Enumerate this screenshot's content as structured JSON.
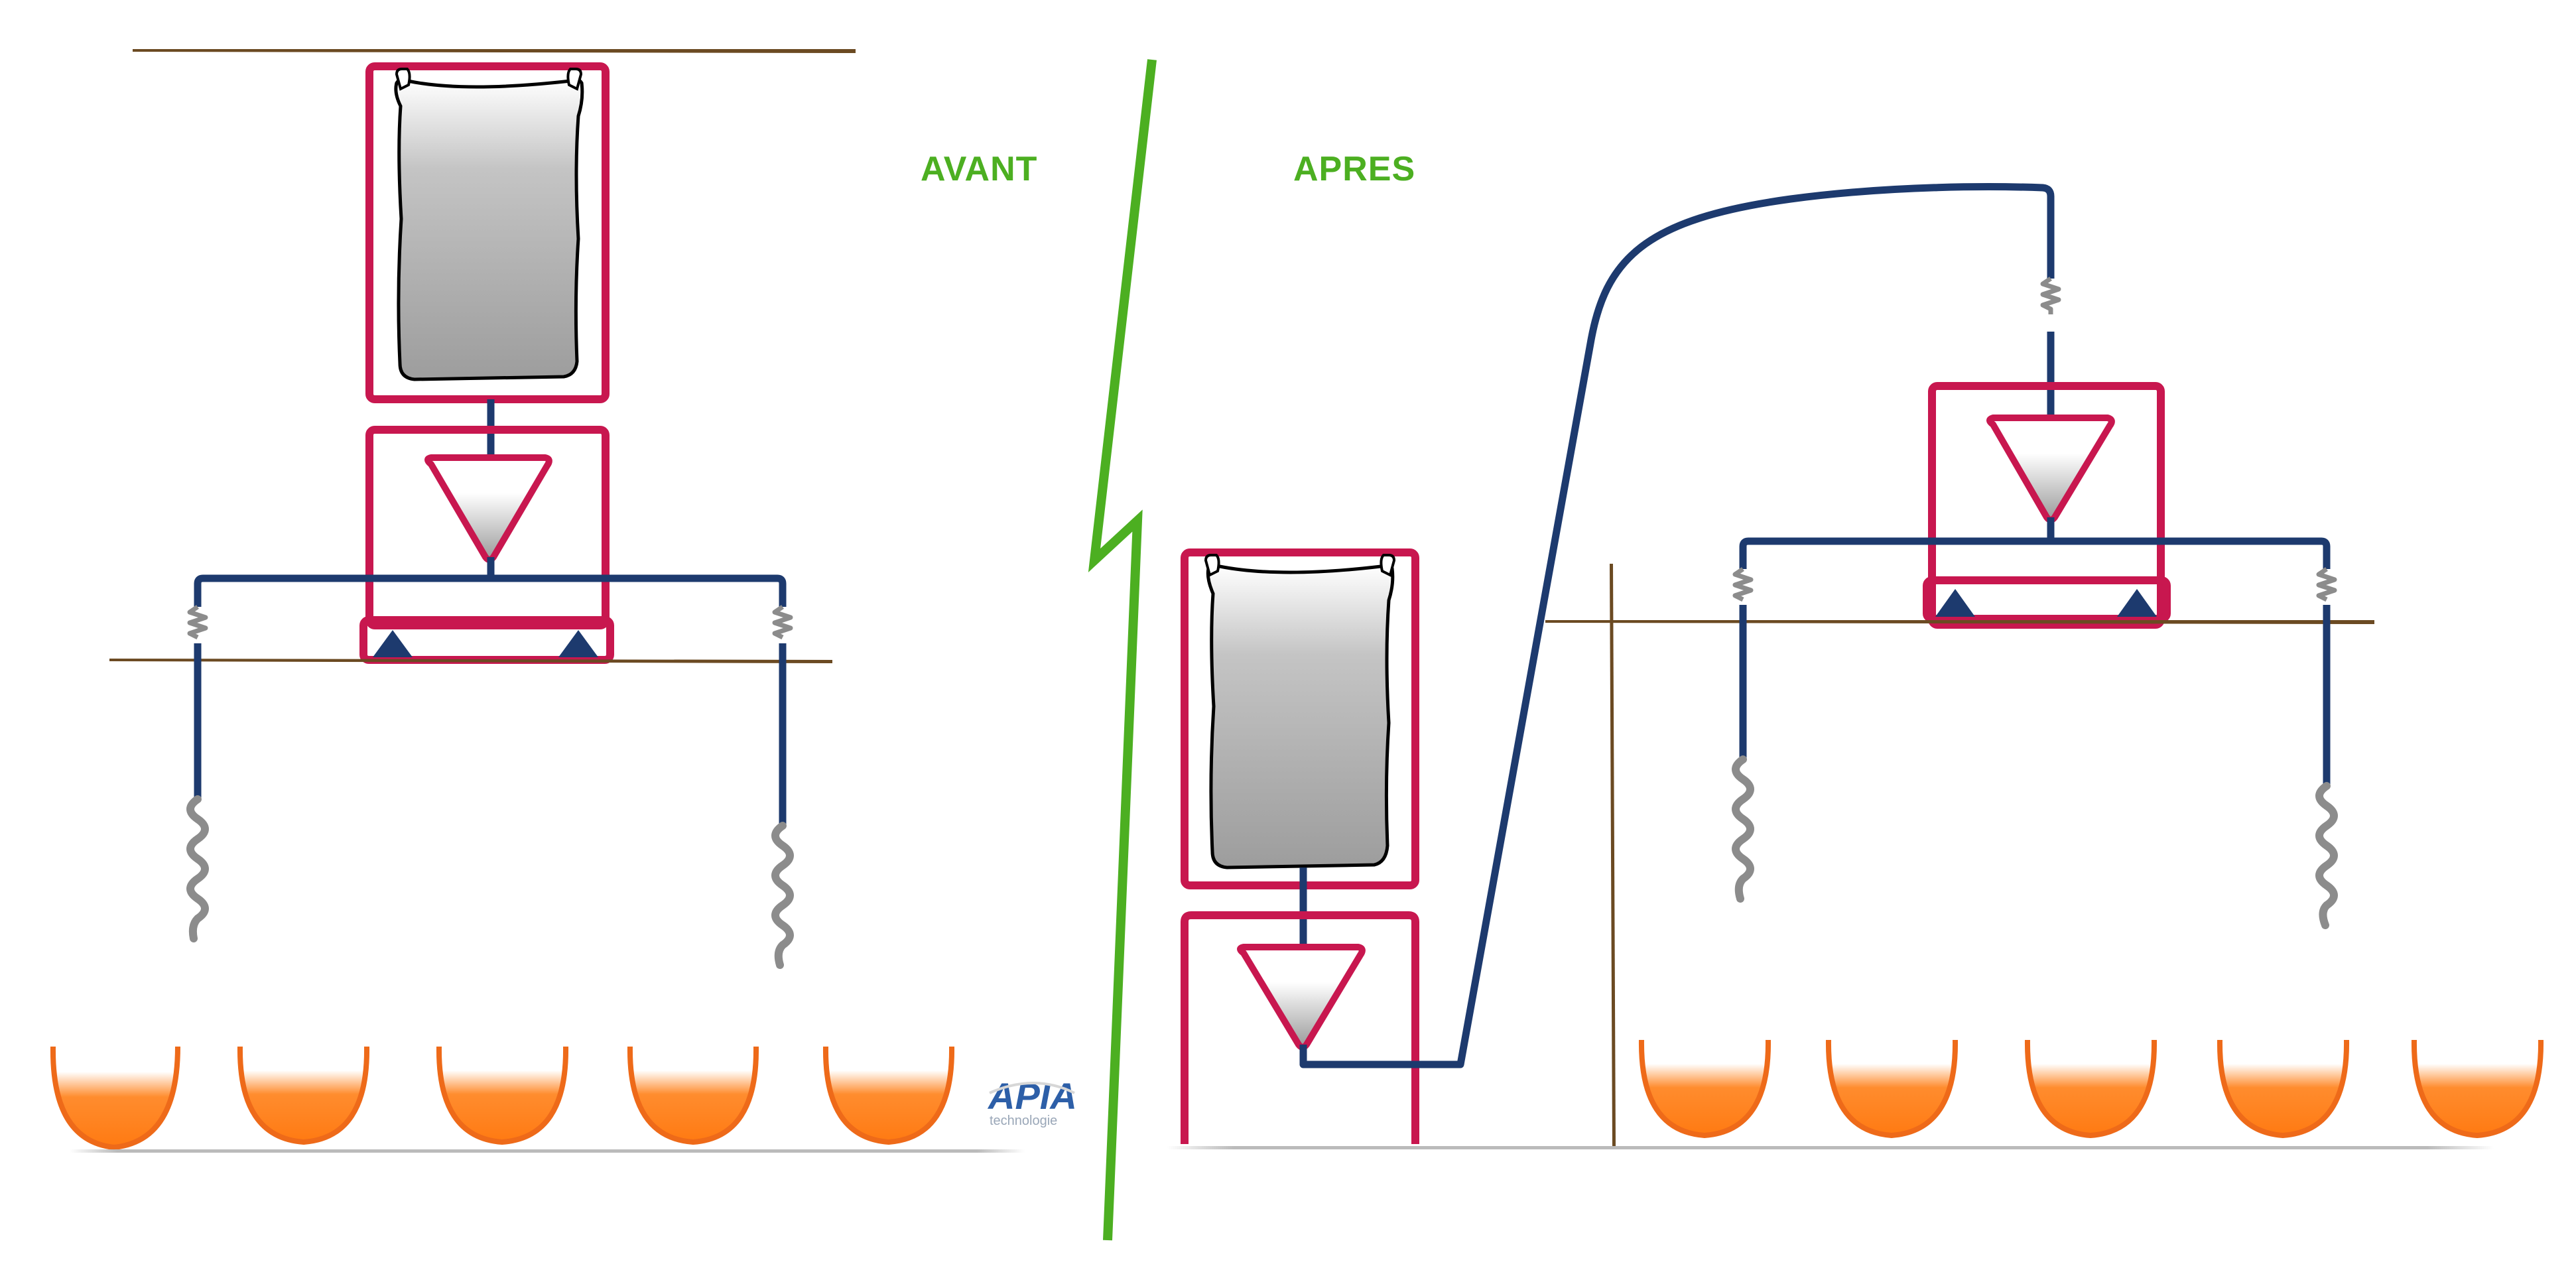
{
  "labels": {
    "before": "AVANT",
    "after": "APRES"
  },
  "logo": {
    "name": "APIA",
    "tagline": "technologie"
  },
  "icons": {
    "bag": "bulk-bag-icon",
    "hopper": "hopper-cone-icon",
    "spring": "spring-icon",
    "load_cell": "load-cell-triangle-icon",
    "bowl": "mold-bowl-icon",
    "separator": "zigzag-divider-icon"
  },
  "colors": {
    "frame": "#c8174f",
    "pipe": "#1d3a6e",
    "spring": "#8c8c8c",
    "floor": "#6b4a22",
    "bowl_stroke": "#ee6a19",
    "bowl_fill": "#ff7f1e",
    "divider": "#4caf21",
    "caption": "#4caf21",
    "logo": "#2d5fa8",
    "load_cell": "#1d3a6e"
  }
}
